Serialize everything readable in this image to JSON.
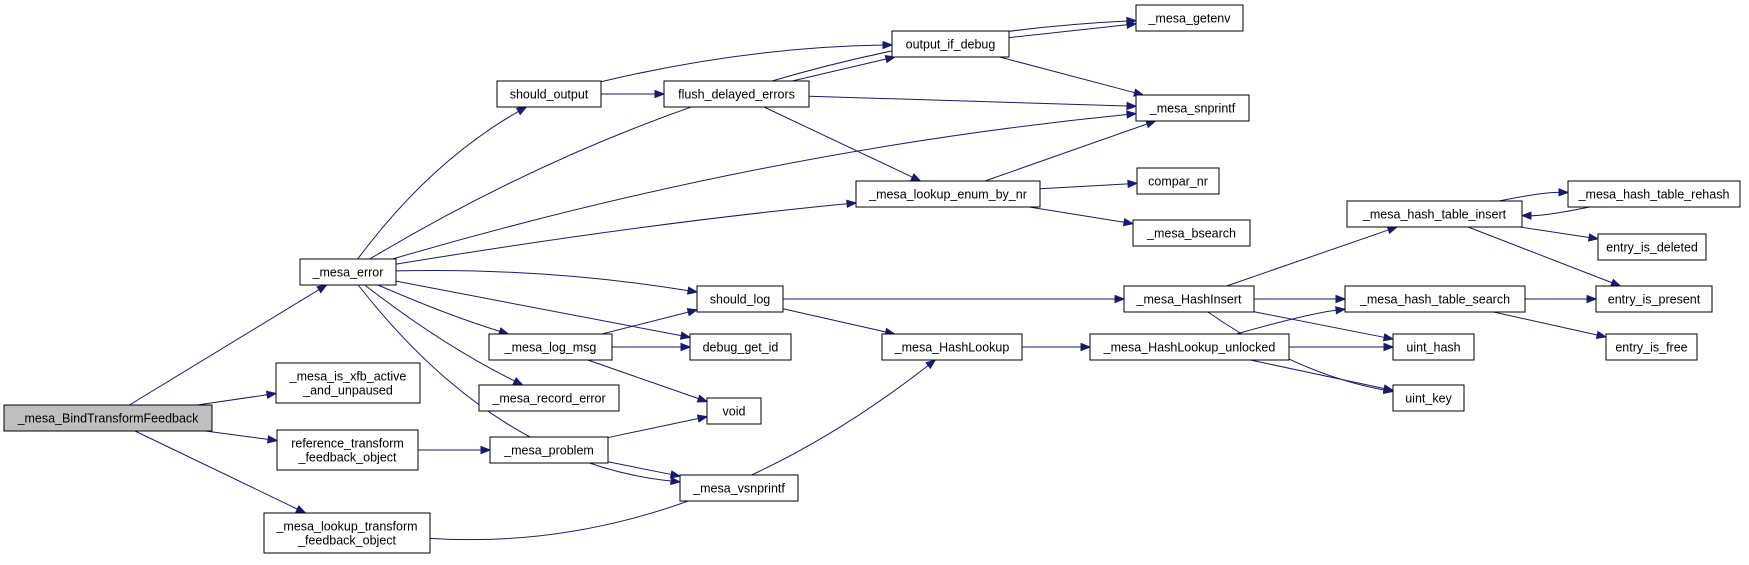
{
  "nodes": {
    "bind_tfb": [
      "_mesa_BindTransformFeedback"
    ],
    "mesa_error": [
      "_mesa_error"
    ],
    "is_xfb": [
      "_mesa_is_xfb_active",
      "_and_unpaused"
    ],
    "ref_tfb": [
      "reference_transform",
      "_feedback_object"
    ],
    "lookup_tfb": [
      "_mesa_lookup_transform",
      "_feedback_object"
    ],
    "should_output": [
      "should_output"
    ],
    "flush_delayed": [
      "flush_delayed_errors"
    ],
    "output_if_debug": [
      "output_if_debug"
    ],
    "getenv": [
      "_mesa_getenv"
    ],
    "snprintf": [
      "_mesa_snprintf"
    ],
    "lookup_enum": [
      "_mesa_lookup_enum_by_nr"
    ],
    "compar_nr": [
      "compar_nr"
    ],
    "bsearch": [
      "_mesa_bsearch"
    ],
    "should_log": [
      "should_log"
    ],
    "log_msg": [
      "_mesa_log_msg"
    ],
    "debug_get_id": [
      "debug_get_id"
    ],
    "record_error": [
      "_mesa_record_error"
    ],
    "void": [
      "void"
    ],
    "problem": [
      "_mesa_problem"
    ],
    "vsnprintf": [
      "_mesa_vsnprintf"
    ],
    "hash_lookup": [
      "_mesa_HashLookup"
    ],
    "hash_insert": [
      "_mesa_HashInsert"
    ],
    "hash_lookup_unlocked": [
      "_mesa_HashLookup_unlocked"
    ],
    "ht_insert": [
      "_mesa_hash_table_insert"
    ],
    "ht_rehash": [
      "_mesa_hash_table_rehash"
    ],
    "ht_search": [
      "_mesa_hash_table_search"
    ],
    "entry_is_deleted": [
      "entry_is_deleted"
    ],
    "entry_is_present": [
      "entry_is_present"
    ],
    "entry_is_free": [
      "entry_is_free"
    ],
    "uint_hash": [
      "uint_hash"
    ],
    "uint_key": [
      "uint_key"
    ]
  },
  "edges": [
    [
      "bind_tfb",
      "mesa_error"
    ],
    [
      "bind_tfb",
      "is_xfb"
    ],
    [
      "bind_tfb",
      "ref_tfb"
    ],
    [
      "bind_tfb",
      "lookup_tfb"
    ],
    [
      "mesa_error",
      "should_output"
    ],
    [
      "mesa_error",
      "getenv"
    ],
    [
      "mesa_error",
      "snprintf"
    ],
    [
      "mesa_error",
      "lookup_enum"
    ],
    [
      "mesa_error",
      "should_log"
    ],
    [
      "mesa_error",
      "log_msg"
    ],
    [
      "mesa_error",
      "debug_get_id"
    ],
    [
      "mesa_error",
      "record_error"
    ],
    [
      "mesa_error",
      "vsnprintf"
    ],
    [
      "should_output",
      "flush_delayed"
    ],
    [
      "should_output",
      "output_if_debug"
    ],
    [
      "flush_delayed",
      "output_if_debug"
    ],
    [
      "flush_delayed",
      "snprintf"
    ],
    [
      "flush_delayed",
      "lookup_enum"
    ],
    [
      "output_if_debug",
      "getenv"
    ],
    [
      "output_if_debug",
      "snprintf"
    ],
    [
      "lookup_enum",
      "snprintf"
    ],
    [
      "lookup_enum",
      "compar_nr"
    ],
    [
      "lookup_enum",
      "bsearch"
    ],
    [
      "should_log",
      "hash_insert"
    ],
    [
      "should_log",
      "hash_lookup"
    ],
    [
      "log_msg",
      "should_log"
    ],
    [
      "log_msg",
      "debug_get_id"
    ],
    [
      "log_msg",
      "void"
    ],
    [
      "ref_tfb",
      "problem"
    ],
    [
      "problem",
      "void"
    ],
    [
      "problem",
      "vsnprintf"
    ],
    [
      "lookup_tfb",
      "hash_lookup"
    ],
    [
      "hash_lookup",
      "hash_lookup_unlocked"
    ],
    [
      "hash_insert",
      "ht_insert"
    ],
    [
      "hash_insert",
      "ht_search"
    ],
    [
      "hash_insert",
      "uint_hash"
    ],
    [
      "hash_insert",
      "uint_key"
    ],
    [
      "hash_lookup_unlocked",
      "ht_search"
    ],
    [
      "hash_lookup_unlocked",
      "uint_hash"
    ],
    [
      "hash_lookup_unlocked",
      "uint_key"
    ],
    [
      "ht_insert",
      "ht_rehash"
    ],
    [
      "ht_insert",
      "entry_is_deleted"
    ],
    [
      "ht_insert",
      "entry_is_present"
    ],
    [
      "ht_rehash",
      "ht_insert"
    ],
    [
      "ht_search",
      "entry_is_present"
    ],
    [
      "ht_search",
      "entry_is_free"
    ]
  ]
}
